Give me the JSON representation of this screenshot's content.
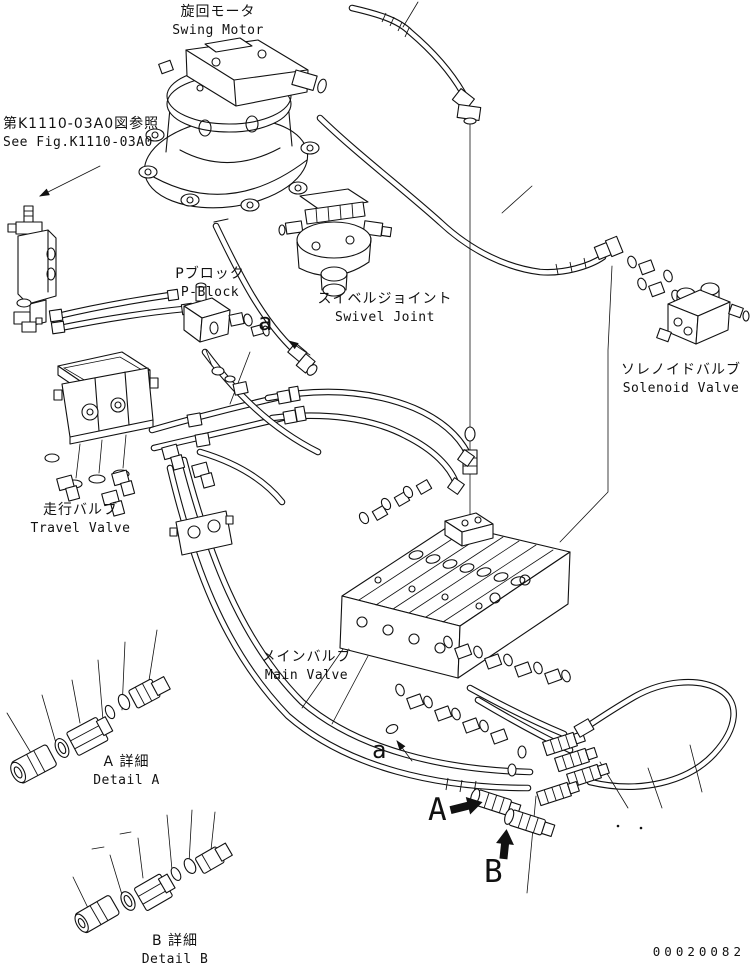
{
  "page": {
    "paper_color": "#ffffff",
    "ink_color": "#111111"
  },
  "figure_number": "00020082",
  "labels": {
    "swing_motor": {
      "jp": "旋回モータ",
      "en": "Swing Motor"
    },
    "see_fig": {
      "jp": "第K1110-03A0図参照",
      "en": "See Fig.K1110-03A0"
    },
    "p_block": {
      "jp": "Pブロック",
      "en": "P-Block"
    },
    "swivel_joint": {
      "jp": "スイベルジョイント",
      "en": "Swivel Joint"
    },
    "solenoid_valve": {
      "jp": "ソレノイドバルブ",
      "en": "Solenoid Valve"
    },
    "travel_valve": {
      "jp": "走行バルブ",
      "en": "Travel Valve"
    },
    "main_valve": {
      "jp": "メインバルブ",
      "en": "Main Valve"
    },
    "detail_a": {
      "jp": "A 詳細",
      "en": "Detail A"
    },
    "detail_b": {
      "jp": "B 詳細",
      "en": "Detail B"
    }
  },
  "view_marks": {
    "a_upper": "a",
    "a_lower": "a",
    "arrow_a": "A",
    "arrow_b": "B"
  }
}
